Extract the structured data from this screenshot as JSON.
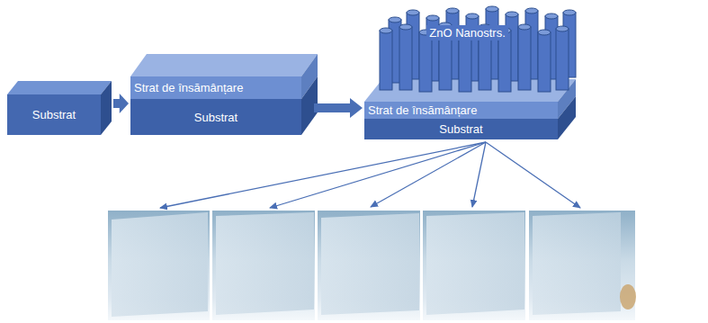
{
  "diagram": {
    "nodes": [
      {
        "text": [
          "Substrat"
        ]
      },
      {
        "text": [
          "Strat de însămânțare"
        ]
      },
      {
        "text": [
          "Substrat"
        ]
      },
      {
        "text": [
          "ZnO Nanostrs."
        ]
      },
      {
        "text": [
          "Strat de însămânțare"
        ]
      },
      {
        "text": [
          "Substrat"
        ]
      }
    ],
    "edges": [
      {
        "from": 0,
        "to": 2,
        "arrow": "to"
      },
      {
        "from": 2,
        "to": 5,
        "arrow": "to"
      }
    ]
  }
}
